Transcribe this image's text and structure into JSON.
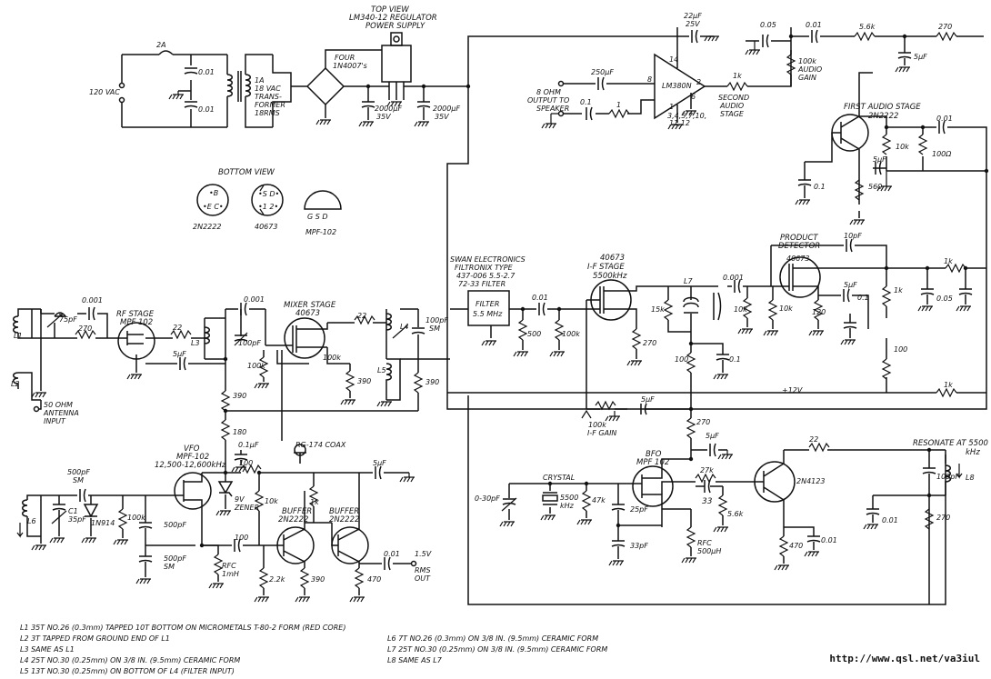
{
  "power": {
    "fuse": "2A",
    "mains": "120 VAC",
    "cap1": "0.01",
    "cap2": "0.01",
    "transformer": [
      "1A",
      "18 VAC",
      "TRANS-",
      "FORMER",
      "18RMS"
    ],
    "diodes": [
      "FOUR",
      "1N4007's"
    ],
    "reg_title": [
      "TOP VIEW",
      "LM340-12 REGULATOR",
      "POWER SUPPLY"
    ],
    "filter1": [
      "2000µF",
      "35V"
    ],
    "filter2": [
      "2000µF",
      "35V"
    ]
  },
  "pinouts": {
    "title": "BOTTOM VIEW",
    "t1": "2N2222",
    "t2": "40673",
    "t3": "MPF-102"
  },
  "audio": {
    "out_cap": "250µF",
    "speaker": [
      "8 OHM",
      "OUTPUT TO",
      "SPEAKER"
    ],
    "c01": "0.1",
    "r1": "1",
    "chip": "LM380N",
    "pins": [
      "8",
      "14",
      "2",
      "6",
      "1",
      "3,4,5,7,10,",
      "11,12"
    ],
    "supply_cap": [
      "22µF",
      "25V"
    ],
    "r1k": "1k",
    "second": [
      "SECOND",
      "AUDIO",
      "STAGE"
    ],
    "c005": "0.05",
    "c001": "0.01",
    "r56k": "5.6k",
    "r270": "270",
    "c5u": "5µF",
    "gain": [
      "100k",
      "AUDIO",
      "GAIN"
    ],
    "first": [
      "FIRST AUDIO STAGE",
      "2N2222"
    ],
    "c001b": "0.01",
    "r10k": "10k",
    "c5ub": "5µF",
    "r100": "100Ω",
    "c01b": "0.1",
    "r560": "560"
  },
  "filter": {
    "brand": [
      "SWAN ELECTRONICS",
      "FILTRONIX TYPE",
      "437-006 5.5-2.7",
      "72-33 FILTER"
    ],
    "box": [
      "FILTER",
      "5.5 MHz"
    ],
    "r500": "500",
    "c001": "0.01",
    "r100k": "100k"
  },
  "if_stage": {
    "title": [
      "40673",
      "I-F STAGE",
      "5500kHz"
    ],
    "r15k": "15k",
    "l7": "L7",
    "r270": "270",
    "c0001": "0.001",
    "r10k": "10k",
    "r100": "100",
    "c01": "0.1",
    "gain": [
      "100k",
      "I-F GAIN"
    ],
    "c5u": "5µF",
    "v12": "+12V",
    "r1k": "1k"
  },
  "product": {
    "title": [
      "PRODUCT",
      "DETECTOR"
    ],
    "device": "40673",
    "c10p": "10pF",
    "r10k": "10k",
    "c5u": "5µF",
    "r120": "120",
    "c01": "0.1",
    "r1k": "1k",
    "r1kb": "1k",
    "c005": "0.05",
    "r100": "100"
  },
  "rf": {
    "l1": "L1",
    "c75p": "75pF",
    "r270": "270",
    "c0001": "0.001",
    "title": [
      "RF STAGE",
      "MPF-102"
    ],
    "r22": "22",
    "l3": "L3",
    "c100p": "100pF",
    "c5u": "5µF",
    "l2": "L2",
    "ant": [
      "50 OHM",
      "ANTENNA",
      "INPUT"
    ]
  },
  "mixer": {
    "title": [
      "MIXER STAGE",
      "40673"
    ],
    "c0001": "0.001",
    "r22": "22",
    "l4": "L4",
    "c100p": [
      "100pF",
      "SM"
    ],
    "r100k": "100k",
    "r100kb": "100k",
    "r390": "390",
    "l5": "L5",
    "r390b": "390",
    "r390c": "390",
    "r180": "180",
    "coax": "RG-174 COAX"
  },
  "vfo": {
    "title": [
      "VFO",
      "MPF-102",
      "12,500-12,600kHz"
    ],
    "c500sm": [
      "500pF",
      "SM"
    ],
    "l6": "L6",
    "c1": [
      "C1",
      "35pF"
    ],
    "d1": "1N914",
    "r100k": "100k",
    "c500": "500pF",
    "c500b": [
      "500pF",
      "SM"
    ],
    "rfc": [
      "RFC",
      "1mH"
    ],
    "zener": [
      "9V",
      "ZENER"
    ],
    "r100": "100",
    "r10k": "10k",
    "c01": "0.1µF",
    "c100": "100",
    "r1k": "1k",
    "buf1": [
      "BUFFER",
      "2N2222"
    ],
    "buf2": [
      "BUFFER",
      "2N2222"
    ],
    "r22k": "2.2k",
    "r390": "390",
    "r470": "470",
    "c5u": "5µF",
    "c001": "0.01",
    "out": [
      "1.5V",
      "RMS",
      "OUT"
    ]
  },
  "bfo": {
    "r270": "270",
    "c5u": "5µF",
    "title": [
      "BFO",
      "MPF 102"
    ],
    "crystal": [
      "CRYSTAL",
      "5500",
      "kHz"
    ],
    "trim": "0-30pF",
    "r47k": "47k",
    "c25p": "25pF",
    "c33p": "33pF",
    "rfc": [
      "RFC",
      "500µH"
    ],
    "r27k": "27k",
    "c33": "33",
    "r56k": "5.6k",
    "amp": "2N4123",
    "r22": "22",
    "resonate": [
      "RESONATE AT 5500",
      "kHz"
    ],
    "c100p": "100pF",
    "l8": "L8",
    "c001": "0.01",
    "r270b": "270",
    "r470": "470",
    "c001b": "0.01"
  },
  "coil_notes": [
    "L1  35T NO.26 (0.3mm) TAPPED 10T BOTTOM ON MICROMETALS T-80-2 FORM (RED CORE)",
    "L2  3T TAPPED FROM GROUND END OF L1",
    "L3  SAME AS L1",
    "L4  25T NO.30 (0.25mm) ON 3/8 IN. (9.5mm) CERAMIC FORM",
    "L5  13T NO.30 (0.25mm) ON BOTTOM OF L4 (FILTER INPUT)",
    "L6  7T NO.26 (0.3mm) ON 3/8 IN. (9.5mm) CERAMIC FORM",
    "L7  25T NO.30 (0.25mm) ON 3/8 IN. (9.5mm) CERAMIC FORM",
    "L8  SAME AS L7"
  ],
  "url": "http://www.qsl.net/va3iul"
}
